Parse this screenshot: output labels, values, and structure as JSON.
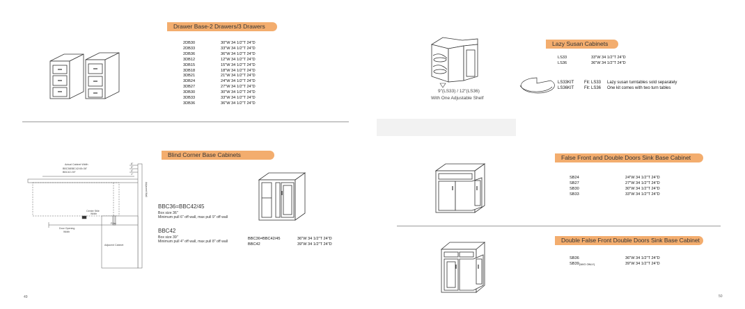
{
  "colors": {
    "accent": "#f3ad6e",
    "rule": "#9a9a9a",
    "gray_box": "#f2f2f2"
  },
  "left_page": {
    "page_number": "49",
    "drawer_section": {
      "title": "Drawer Base-2 Drawers/3 Drawers",
      "rows": [
        {
          "code": "2DB30",
          "size": "30\"W 34 1/2\"T 24\"D"
        },
        {
          "code": "2DB33",
          "size": "33\"W 34 1/2\"T 24\"D"
        },
        {
          "code": "2DB36",
          "size": "36\"W 34 1/2\"T 24\"D"
        },
        {
          "code": "3DB12",
          "size": "12\"W 34 1/2\"T 24\"D"
        },
        {
          "code": "3DB15",
          "size": "15\"W 34 1/2\"T 24\"D"
        },
        {
          "code": "3DB18",
          "size": "18\"W 34 1/2\"T 24\"D"
        },
        {
          "code": "3DB21",
          "size": "21\"W 34 1/2\"T 24\"D"
        },
        {
          "code": "3DB24",
          "size": "24\"W 34 1/2\"T 24\"D"
        },
        {
          "code": "3DB27",
          "size": "27\"W 34 1/2\"T 24\"D"
        },
        {
          "code": "3DB30",
          "size": "30\"W 34 1/2\"T 24\"D"
        },
        {
          "code": "3DB33",
          "size": "33\"W 34 1/2\"T 24\"D"
        },
        {
          "code": "3DB36",
          "size": "36\"W 34 1/2\"T 24\"D"
        }
      ]
    },
    "blind_section": {
      "title": "Blind Corner Base Cabinets",
      "diagram": {
        "actual_width": "Actual Cabinet Width",
        "bbc36": "BBC36BBC42/45=36\"",
        "bbc42": "BBC42=39\"",
        "center_stile": "Center Stile",
        "width": "Width",
        "filler": "Filler",
        "door_opening": "Door Opening",
        "door_width": "Width",
        "adjacent": "Adjacent Cabinet",
        "adjacent_side": "Adjacent Wall",
        "dims": [
          "6\"",
          "9\"",
          "4\"",
          "1\""
        ]
      },
      "model1": {
        "name": "BBC36=BBC42/45",
        "box": "Box size 36\"",
        "pull": "Minimum pull 6\" off wall, max pull 9\" off wall"
      },
      "model2": {
        "name": "BBC42",
        "box": "Box size 39\"",
        "pull": "Minimum pull 4\" off wall, max pull 8\" off wall"
      },
      "rows": [
        {
          "code": "BBC36=BBC42/45",
          "size": "36\"W 34 1/2\"T 24\"D"
        },
        {
          "code": "BBC42",
          "size": "39\"W 34 1/2\"T 24\"D"
        }
      ]
    }
  },
  "right_page": {
    "page_number": "50",
    "lazy_section": {
      "title": "Lazy Susan Cabinets",
      "caption": "9\"(LS33) / 12\"(LS36)",
      "caption2": "With One Adjustable Shelf",
      "rows": [
        {
          "code": "LS33",
          "size": "33\"W 34 1/2\"T 24\"D"
        },
        {
          "code": "LS36",
          "size": "36\"W 34 1/2\"T 24\"D"
        }
      ],
      "kits": [
        {
          "code": "LS33KIT",
          "fit": "Fit: LS33",
          "desc": "Lazy susan turntables sold separately"
        },
        {
          "code": "LS36KIT",
          "fit": "Fit: LS36",
          "desc": "One kit comes with two turn tables"
        }
      ]
    },
    "sink_section": {
      "title": "False Front and Double Doors Sink Base Cabinet",
      "rows": [
        {
          "code": "SB24",
          "size": "24\"W 34 1/2\"T 24\"D"
        },
        {
          "code": "SB27",
          "size": "27\"W 34 1/2\"T 24\"D"
        },
        {
          "code": "SB30",
          "size": "30\"W 34 1/2\"T 24\"D"
        },
        {
          "code": "SB33",
          "size": "33\"W 34 1/2\"T 24\"D"
        }
      ]
    },
    "double_sink_section": {
      "title": "Double False Front Double Doors Sink Base Cabinet",
      "rows": [
        {
          "code": "SB36",
          "note": "",
          "size": "36\"W 34 1/2\"T 24\"D"
        },
        {
          "code": "SB39",
          "note": "(W/G ONLY)",
          "size": "39\"W 34 1/2\"T 24\"D"
        }
      ]
    }
  }
}
